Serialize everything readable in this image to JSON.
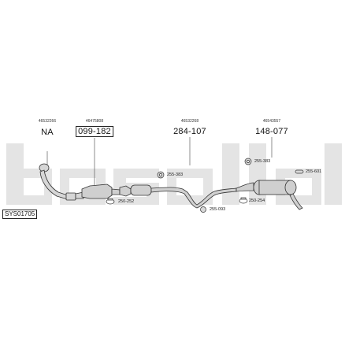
{
  "diagram": {
    "system_code": "SYS01705",
    "brand_watermark": "bosal",
    "colors": {
      "watermark": "#e2e2e2",
      "line": "#333333",
      "part_fill": "#cfcfcf"
    },
    "sections": [
      {
        "oe_number": "46532266",
        "part_number": "NA",
        "boxed": false
      },
      {
        "oe_number": "46475808",
        "part_number": "099-182",
        "boxed": true
      },
      {
        "oe_number": "46532268",
        "part_number": "284-107",
        "boxed": false
      },
      {
        "oe_number": "46543557",
        "part_number": "148-077",
        "boxed": false
      }
    ],
    "accessories": [
      {
        "code": "250-252",
        "icon": "clamp-icon"
      },
      {
        "code": "255-383",
        "icon": "hanger-ring-icon"
      },
      {
        "code": "255-093",
        "icon": "rubber-mount-icon"
      },
      {
        "code": "250-254",
        "icon": "clamp-icon"
      },
      {
        "code": "255-383",
        "icon": "hanger-ring-icon"
      },
      {
        "code": "255-601",
        "icon": "rubber-mount-icon"
      }
    ]
  }
}
